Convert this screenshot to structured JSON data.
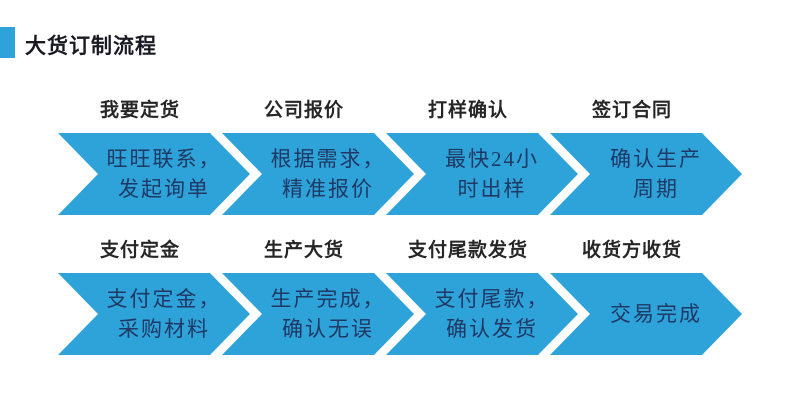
{
  "title": "大货订制流程",
  "colors": {
    "arrow_fill": "#2ea3d9",
    "accent": "#2ea3d9",
    "label_text": "#262626",
    "arrow_text": "#1f3864",
    "title_text": "#1a1a24",
    "background": "#ffffff"
  },
  "rows": [
    {
      "steps": [
        {
          "label": "我要定货",
          "line1": "旺旺联系，",
          "line2": "发起询单"
        },
        {
          "label": "公司报价",
          "line1": "根据需求，",
          "line2": "精准报价"
        },
        {
          "label": "打样确认",
          "line1": "最快24小",
          "line2": "时出样"
        },
        {
          "label": "签订合同",
          "line1": "确认生产",
          "line2": "周期"
        }
      ]
    },
    {
      "steps": [
        {
          "label": "支付定金",
          "line1": "支付定金，",
          "line2": "采购材料"
        },
        {
          "label": "生产大货",
          "line1": "生产完成，",
          "line2": "确认无误"
        },
        {
          "label": "支付尾款发货",
          "line1": "支付尾款，",
          "line2": "确认发货"
        },
        {
          "label": "收货方收货",
          "line1": "交易完成",
          "line2": ""
        }
      ]
    }
  ]
}
